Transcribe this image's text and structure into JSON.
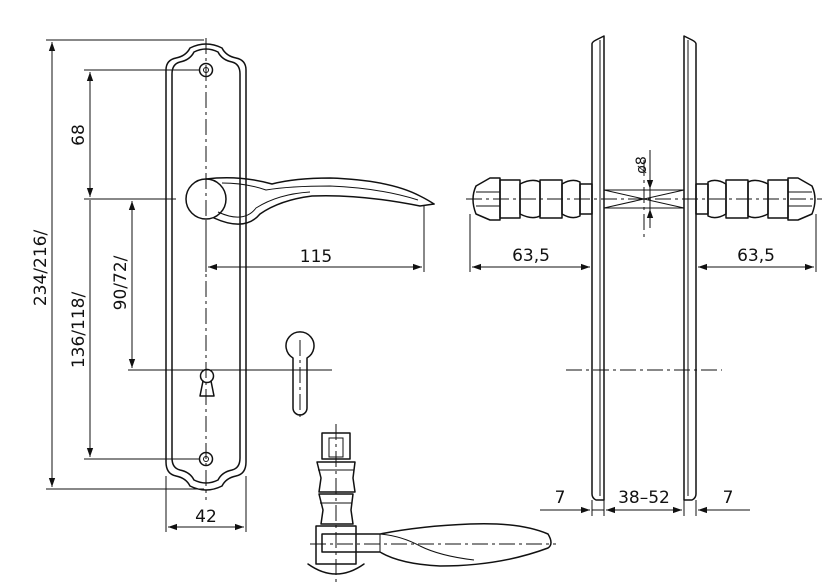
{
  "dimensions": {
    "total_height": "234/216/",
    "lower_span": "136/118/",
    "upper_span": "68",
    "handle_to_key": "90/72/",
    "handle_length": "115",
    "plate_width": "42",
    "handle_projection_left": "63,5",
    "handle_projection_right": "63,5",
    "spindle": "ø8",
    "rose_left": "7",
    "door_thickness": "38–52",
    "rose_right": "7"
  },
  "colors": {
    "line": "#111111",
    "background": "#ffffff"
  }
}
